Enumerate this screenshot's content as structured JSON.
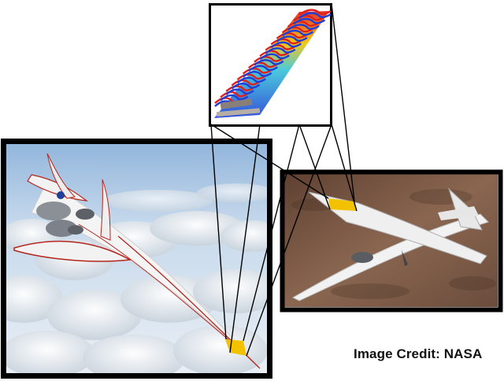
{
  "credit": {
    "text": "Image Credit: NASA"
  },
  "panels": [
    {
      "id": "inset-wave-detail",
      "subject": "wind tunnel surface wave pattern (blue-red bands)"
    },
    {
      "id": "left-photo",
      "subject": "supersonic aircraft above clouds"
    },
    {
      "id": "right-photo",
      "subject": "X-plane flying over desert"
    }
  ],
  "colors": {
    "frame": "#000000",
    "highlight": "#f2c200",
    "sky": "#a9c7e3",
    "desert": "#7b5a45",
    "accent_red": "#b3261e",
    "wave_blue": "#1f3fd6",
    "wave_red": "#e0201a"
  }
}
